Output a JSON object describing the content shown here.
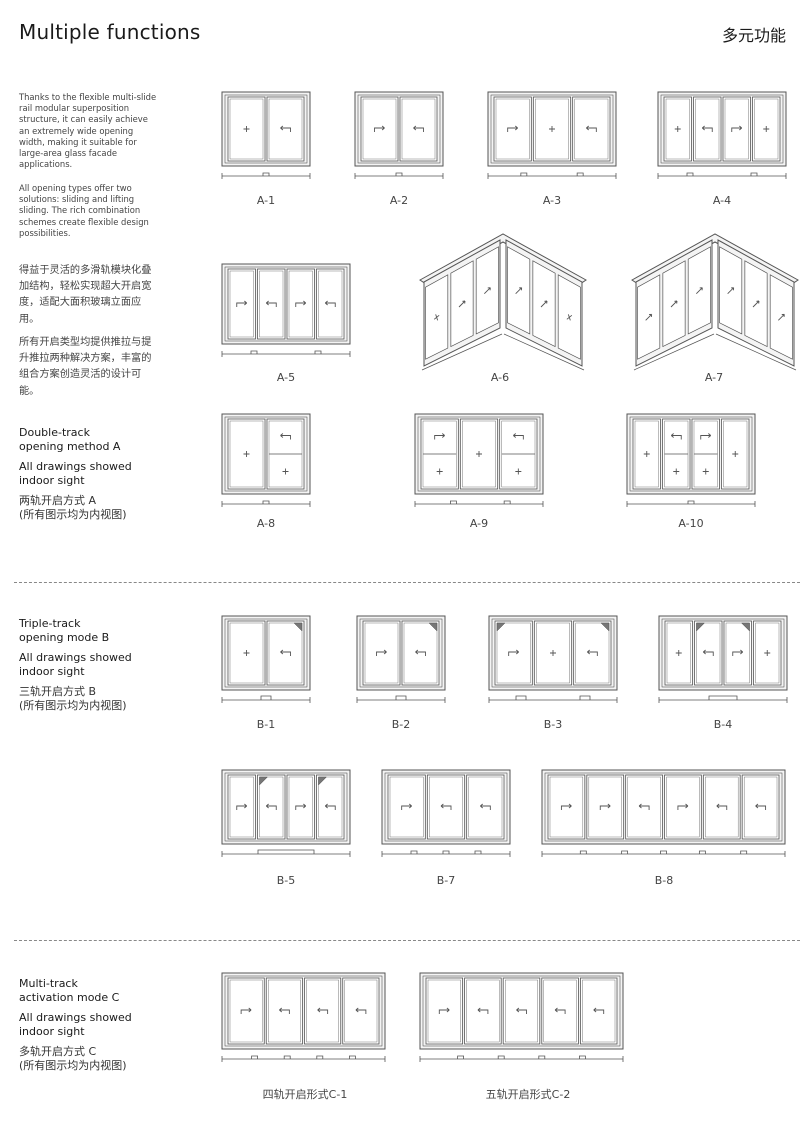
{
  "page": {
    "title": "Multiple functions",
    "title_cn": "多元功能"
  },
  "intro": {
    "en_p1": "Thanks to the flexible multi-slide rail modular superposition structure, it can easily achieve an extremely wide opening width, making it suitable for large-area glass facade applications.",
    "en_p2": "All opening types offer two solutions: sliding and lifting sliding. The rich combination schemes create flexible design possibilities.",
    "cn_p1": "得益于灵活的多滑轨模块化叠加结构，轻松实现超大开启宽度，适配大面积玻璃立面应用。",
    "cn_p2": "所有开启类型均提供推拉与提升推拉两种解决方案，丰富的组合方案创造灵活的设计可能。"
  },
  "sections": {
    "a": {
      "title_line1": "Double-track",
      "title_line2": "opening method A",
      "sight_line1": "All drawings showed",
      "sight_line2": "indoor sight",
      "title_cn": "两轨开启方式 A",
      "sight_cn": "(所有图示均为内视图)"
    },
    "b": {
      "title_line1": "Triple-track",
      "title_line2": "opening mode B",
      "sight_line1": "All drawings showed",
      "sight_line2": "indoor sight",
      "title_cn": "三轨开启方式 B",
      "sight_cn": "(所有图示均为内视图)"
    },
    "c": {
      "title_line1": "Multi-track",
      "title_line2": "activation mode C",
      "sight_line1": "All drawings showed",
      "sight_line2": "indoor sight",
      "title_cn": "多轨开启方式 C",
      "sight_cn": "(所有图示均为内视图)"
    }
  },
  "labels": {
    "a1": "A-1",
    "a2": "A-2",
    "a3": "A-3",
    "a4": "A-4",
    "a5": "A-5",
    "a6": "A-6",
    "a7": "A-7",
    "a8": "A-8",
    "a9": "A-9",
    "a10": "A-10",
    "b1": "B-1",
    "b2": "B-2",
    "b3": "B-3",
    "b4": "B-4",
    "b5": "B-5",
    "b7": "B-7",
    "b8": "B-8",
    "c1": "四轨开启形式C-1",
    "c2": "五轨开启形式C-2"
  },
  "colors": {
    "line": "#555555",
    "frame_fill": "#f4f4f4",
    "glass_fill": "#ffffff"
  }
}
